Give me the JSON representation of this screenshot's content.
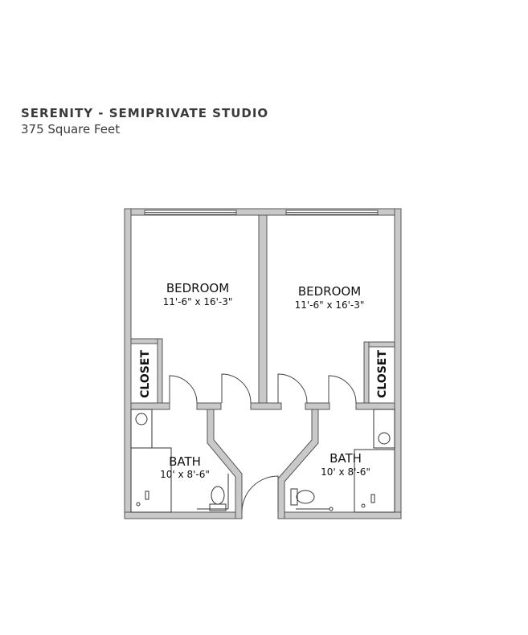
{
  "header": {
    "title": "SERENITY - SEMIPRIVATE STUDIO",
    "area": "375 Square Feet"
  },
  "rooms": {
    "bedroom_left": {
      "name": "BEDROOM",
      "dimensions": "11'-6\" x 16'-3\""
    },
    "bedroom_right": {
      "name": "BEDROOM",
      "dimensions": "11'-6\" x 16'-3\""
    },
    "closet_left": {
      "name": "CLOSET"
    },
    "closet_right": {
      "name": "CLOSET"
    },
    "bath_left": {
      "name": "BATH",
      "dimensions": "10' x 8'-6\""
    },
    "bath_right": {
      "name": "BATH",
      "dimensions": "10' x 8'-6\""
    }
  },
  "colors": {
    "wall_fill": "#c9c9c9",
    "wall_stroke": "#555555",
    "fixture_stroke": "#333333"
  }
}
